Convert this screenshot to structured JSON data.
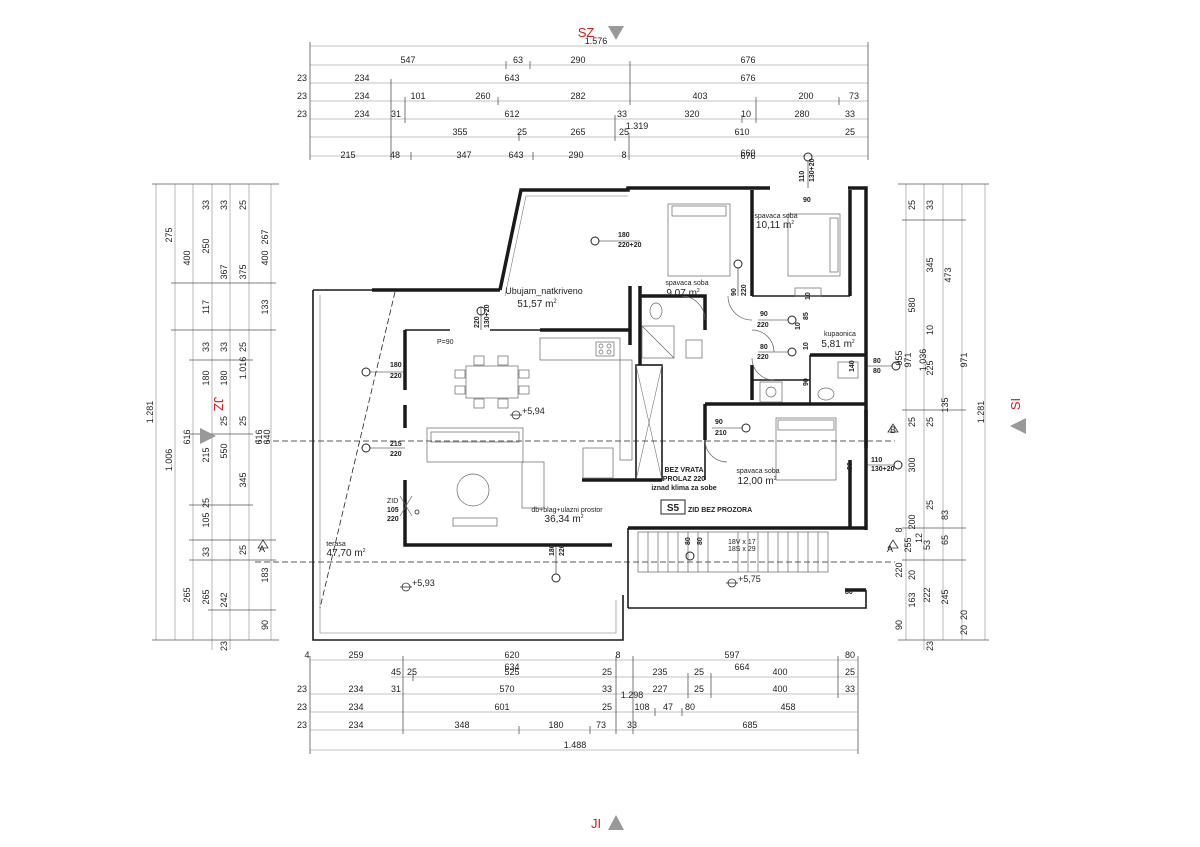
{
  "compass": {
    "north": "SZ",
    "south": "JI",
    "west": "JZ",
    "east": "SI"
  },
  "dims_top": {
    "overall": "1.576",
    "row1": [
      "547",
      "63",
      "290",
      "676"
    ],
    "row2": [
      "23",
      "234",
      "643",
      "676"
    ],
    "row3": [
      "23",
      "234",
      "101",
      "260",
      "282",
      "403",
      "200",
      "73"
    ],
    "row4": [
      "23",
      "234",
      "31",
      "612",
      "33",
      "320",
      "10",
      "280",
      "33"
    ],
    "row5_extra": "1.319",
    "row5": [
      "355",
      "25",
      "265",
      "25",
      "610",
      "25"
    ],
    "row6": [
      "215",
      "48",
      "347",
      "643",
      "290",
      "8",
      "660",
      "676"
    ]
  },
  "dims_bottom": {
    "row1": [
      "4",
      "259",
      "620",
      "8",
      "597",
      "80"
    ],
    "row1_sub": [
      "634",
      "664"
    ],
    "row2": [
      "45",
      "25",
      "525",
      "25",
      "235",
      "25",
      "400",
      "25"
    ],
    "row3": [
      "23",
      "234",
      "31",
      "570",
      "33",
      "1.298",
      "227",
      "25",
      "400",
      "33"
    ],
    "row4": [
      "23",
      "234",
      "601",
      "25",
      "108",
      "47",
      "80",
      "458"
    ],
    "row5": [
      "23",
      "234",
      "348",
      "180",
      "73",
      "33",
      "685"
    ],
    "overall": "1.488"
  },
  "dims_left": {
    "overall": "1.281",
    "col2_a": "1.006",
    "col3": [
      "275",
      "400",
      "616",
      "265"
    ],
    "col4": [
      "33",
      "250",
      "117",
      "33",
      "180",
      "215",
      "105",
      "25",
      "33",
      "265",
      "23"
    ],
    "col5": [
      "33",
      "367",
      "33",
      "180",
      "25",
      "550",
      "242"
    ],
    "col6": [
      "25",
      "375",
      "25",
      "1.016",
      "25",
      "345",
      "25"
    ],
    "col7": [
      "267",
      "400",
      "133",
      "183",
      "90"
    ],
    "extra": [
      "616",
      "640"
    ]
  },
  "dims_right": {
    "overall": "1.281",
    "col1": [
      "25",
      "580",
      "971",
      "25",
      "300",
      "200"
    ],
    "col2": [
      "33",
      "345",
      "10",
      "225",
      "1.036",
      "135",
      "25",
      "83",
      "65",
      "245",
      "20"
    ],
    "col3": [
      "473",
      "955",
      "12",
      "53",
      "222",
      "90"
    ],
    "col4": [
      "971",
      "25",
      "20",
      "163",
      "20",
      "23"
    ],
    "extra": [
      "220",
      "255",
      "8"
    ]
  },
  "rooms": {
    "covered": {
      "name": "Ubujam_natkriveno",
      "area": "51,57"
    },
    "bed1": {
      "name": "spavaca soba",
      "area": "9,07"
    },
    "bed2": {
      "name": "spavaca soba",
      "area": "10,11"
    },
    "bath": {
      "name": "kupaonica",
      "area": "5,81"
    },
    "bed3": {
      "name": "spavaca soba",
      "area": "12,00"
    },
    "living": {
      "name": "db+blag+ulazni prostor",
      "area": "36,34"
    },
    "terrace": {
      "name": "terasa",
      "area": "47,70"
    }
  },
  "area_unit": "m",
  "area_sup": "2",
  "levels": [
    "+5,94",
    "+5,93",
    "+5,75"
  ],
  "openings": [
    {
      "w": "180",
      "h": "220+20"
    },
    {
      "w": "220",
      "h": "130+20"
    },
    {
      "w": "180",
      "h": "220"
    },
    {
      "w": "215",
      "h": "220"
    },
    {
      "w": "105",
      "h": "220",
      "pre": "ZID"
    },
    {
      "w": "180",
      "h": "220"
    },
    {
      "w": "90",
      "h": "220"
    },
    {
      "w": "90",
      "h": "220"
    },
    {
      "w": "80",
      "h": "220"
    },
    {
      "w": "90",
      "h": "210"
    },
    {
      "w": "110",
      "h": "130+20"
    },
    {
      "w": "110",
      "h": "130+20"
    },
    {
      "w": "80",
      "h": "80"
    },
    {
      "w": "80",
      "h": "80"
    }
  ],
  "misc_labels": [
    "90",
    "10",
    "90",
    "10",
    "10",
    "85",
    "140",
    "90",
    "80",
    "80",
    "80",
    "P=90"
  ],
  "notes": {
    "no_door": [
      "BEZ VRATA",
      "PROLAZ 220",
      "iznad klima za sobe"
    ],
    "section_tag": "S5",
    "no_window": "ZID BEZ PROZORA",
    "stairs": [
      "18V x 17",
      "18S x 29"
    ]
  },
  "section_marks": [
    "B",
    "B",
    "A",
    "A"
  ]
}
